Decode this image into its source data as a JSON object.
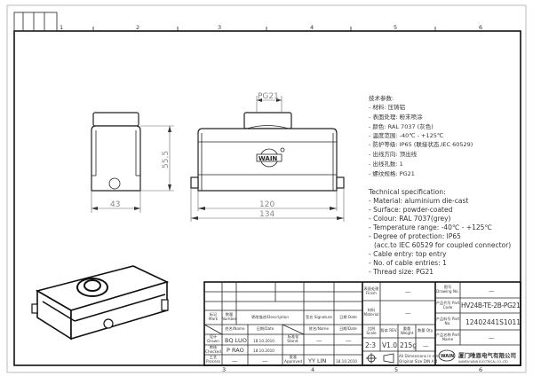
{
  "zones_top": [
    "1",
    "2",
    "3",
    "4",
    "5",
    "6"
  ],
  "zones_bottom": [
    "3",
    "4",
    "5",
    "6"
  ],
  "dimensions": {
    "side_height": "55.5",
    "side_width": "43",
    "inner_length": "120",
    "overall_length": "134",
    "thread": "PG21"
  },
  "logo": "WAIN",
  "spec_cn": {
    "title": "技术参数:",
    "lines": [
      "- 材料: 压铸铝",
      "- 表面处理: 粉末喷涂",
      "- 颜色: RAL 7037 (灰色)",
      "- 温度范围: -40℃ - +125℃",
      "- 防护等级: IP65 (联接状态,IEC 60529)",
      "- 出线方向: 顶出线",
      "- 出线孔数: 1",
      "- 螺纹规格: PG21"
    ]
  },
  "spec_en": {
    "title": "Technical specification:",
    "lines": [
      "- Material: aluminium die-cast",
      "- Surface: powder-coated",
      "- Colour: RAL 7037(grey)",
      "- Temperature range: -40℃ - +125℃",
      "- Degree of protection: IP65",
      "  (acc.to IEC 60529 for coupled connector)",
      "- Cable entry: top entry",
      "- No. of cable entries: 1",
      "- Thread size: PG21"
    ]
  },
  "title_block": {
    "mark": "标记 Mark",
    "number": "数量 Number",
    "description": "更改描述/Description",
    "signature": "签名 Signature",
    "date": "日期 Date",
    "name_date": "姓名/Name",
    "date2": "日期/Date",
    "name_date_r": "姓名/Name",
    "date2_r": "日期/Date",
    "drawn": "设计 Drawn",
    "drawn_name": "BQ LUO",
    "drawn_date": "18.10.2010",
    "stand": "标准化 Stand.",
    "stand_name": "—",
    "stand_date": "—",
    "checked": "审核 Checked",
    "checked_name": "P RAO",
    "checked_date": "18.10.2010",
    "process": "工艺 Process",
    "process_name": "—",
    "process_date": "—",
    "approved": "批准 Approved",
    "approved_name": "YY LIN",
    "approved_date": "18.10.2010",
    "finish": "表面处理 Finish",
    "finish_value": "—",
    "material": "材料 Material",
    "material_value": "—",
    "scale": "比例 Scale",
    "rev": "版本 REV.",
    "weight": "重量 Weight",
    "qty": "数量 Qty.",
    "scale_value": "2:3",
    "rev_value": "V1.0",
    "weight_value": "215g",
    "qty_value": "—",
    "units_note_1": "All Dimensions in mm",
    "units_note_2": "Original Size DIN A 4",
    "drawing_no": "图号 Drawing No.",
    "drawing_no_value": "—",
    "part_code": "产品代号 Part Code",
    "part_code_value": "HV24B-TE-2B-PG21",
    "part_no": "产品料号 Part No.",
    "part_no_value": "12402441S1011",
    "part_name": "产品名称 Part Name",
    "part_name_value": "—",
    "company_cn": "厦门唯恩电气有限公司",
    "company_en": "XIAMEN WAIN ELECTRICAL CO.,LTD"
  }
}
